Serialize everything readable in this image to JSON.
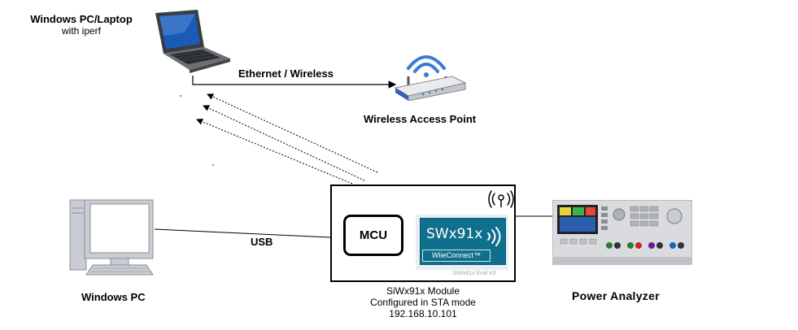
{
  "nodes": {
    "laptop": {
      "title": "Windows PC/Laptop",
      "subtitle": "with iperf"
    },
    "access_point": {
      "title": "Wireless Access Point"
    },
    "windows_pc": {
      "title": "Windows PC"
    },
    "power_analyzer": {
      "title": "Power Analyzer"
    },
    "module": {
      "mcu_label": "MCU",
      "chip_title": "SWx91x",
      "chip_brand": "WiieConnect™",
      "chip_footer": "SiWx91x Eval Kit",
      "caption_line1": "SiWx91x Module",
      "caption_line2": "Configured in STA mode",
      "caption_line3": "192.168.10.101"
    }
  },
  "links": {
    "laptop_to_ap": "Ethernet / Wireless",
    "pc_to_module": "USB"
  },
  "icons": [
    "laptop-icon",
    "wireless-router-icon",
    "desktop-pc-icon",
    "power-analyzer-icon",
    "wireless-signal-icon"
  ],
  "colors": {
    "chip": "#0f6f8c",
    "router_waves": "#3a7bd5",
    "screen_blue": "#1a3d8f",
    "pc_gray": "#c9cdd3"
  }
}
